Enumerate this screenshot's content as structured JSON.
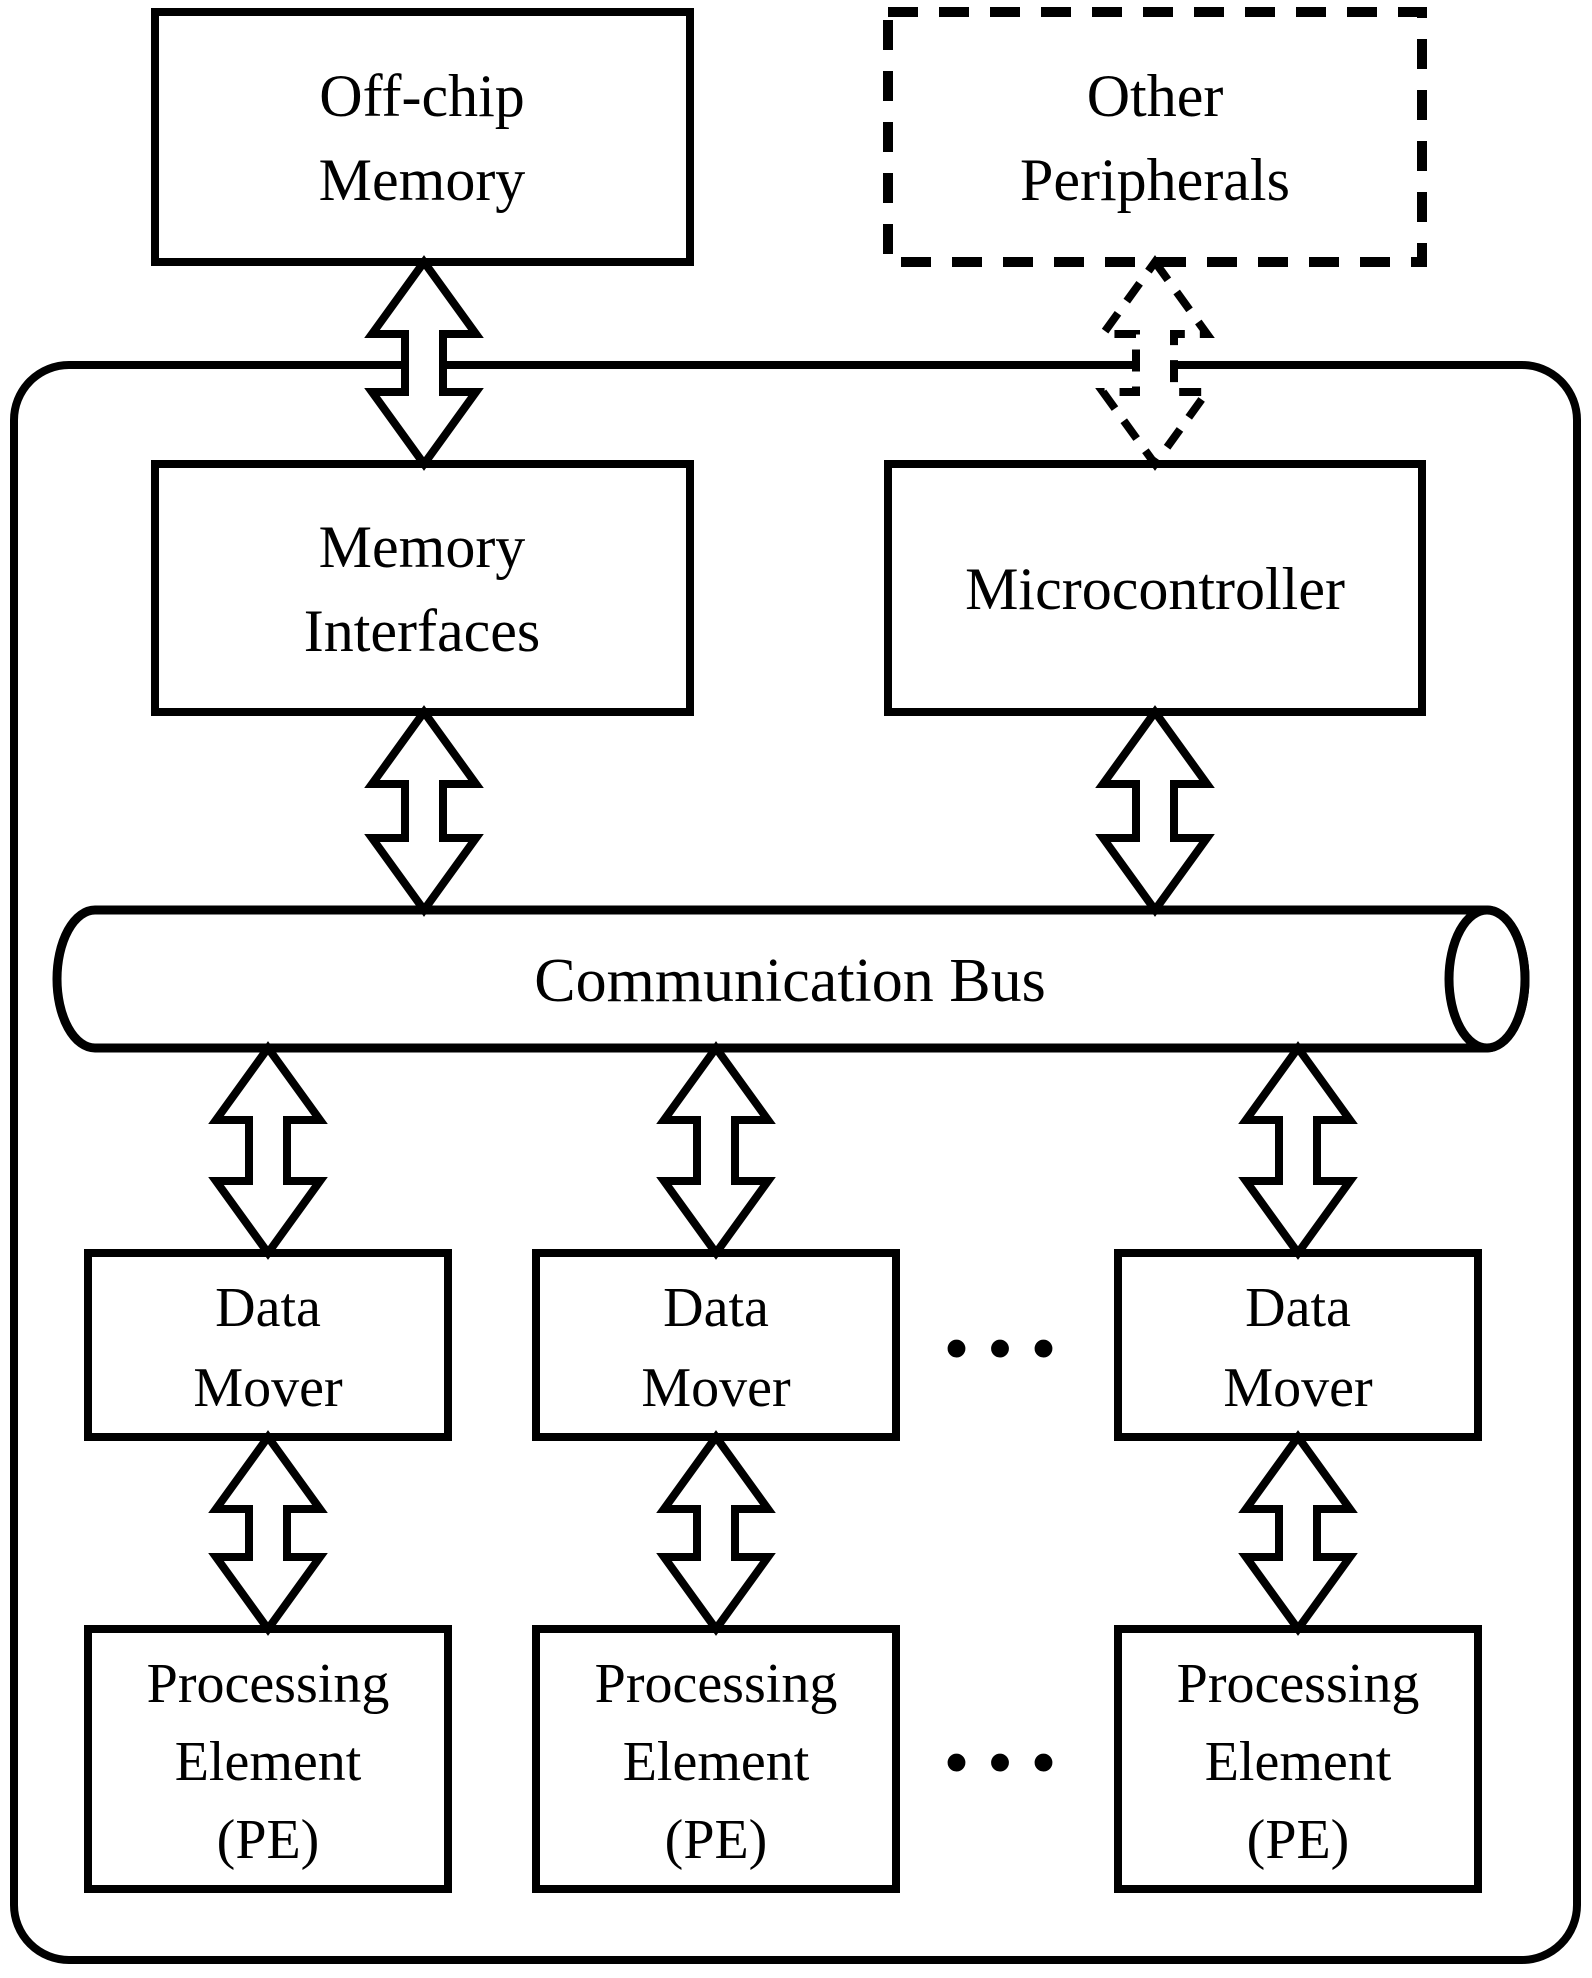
{
  "colors": {
    "ink": "#000000",
    "paper": "#ffffff"
  },
  "nodes": {
    "off_chip_memory": {
      "label": "Off-chip Memory",
      "lines": [
        "Off-chip",
        "Memory"
      ],
      "border": "solid"
    },
    "other_peripherals": {
      "label": "Other Peripherals",
      "lines": [
        "Other",
        "Peripherals"
      ],
      "border": "dashed"
    },
    "memory_interfaces": {
      "label": "Memory Interfaces",
      "lines": [
        "Memory",
        "Interfaces"
      ],
      "border": "solid"
    },
    "microcontroller": {
      "label": "Microcontroller",
      "lines": [
        "Microcontroller"
      ],
      "border": "solid"
    },
    "communication_bus": {
      "label": "Communication Bus",
      "shape": "cylinder"
    },
    "data_mover": {
      "label": "Data Mover",
      "lines": [
        "Data",
        "Mover"
      ],
      "instances_shown": 3
    },
    "processing_element": {
      "label": "Processing Element (PE)",
      "lines": [
        "Processing",
        "Element",
        "(PE)"
      ],
      "instances_shown": 3
    },
    "ellipsis": "..."
  },
  "edges": [
    {
      "from": "Off-chip Memory",
      "to": "Memory Interfaces",
      "style": "solid",
      "type": "bidirectional"
    },
    {
      "from": "Other Peripherals",
      "to": "Microcontroller",
      "style": "dashed",
      "type": "bidirectional"
    },
    {
      "from": "Memory Interfaces",
      "to": "Communication Bus",
      "style": "solid",
      "type": "bidirectional"
    },
    {
      "from": "Microcontroller",
      "to": "Communication Bus",
      "style": "solid",
      "type": "bidirectional"
    },
    {
      "from": "Communication Bus",
      "to": "Data Mover 1",
      "style": "solid",
      "type": "bidirectional"
    },
    {
      "from": "Communication Bus",
      "to": "Data Mover 2",
      "style": "solid",
      "type": "bidirectional"
    },
    {
      "from": "Communication Bus",
      "to": "Data Mover 3",
      "style": "solid",
      "type": "bidirectional"
    },
    {
      "from": "Data Mover 1",
      "to": "Processing Element 1",
      "style": "solid",
      "type": "bidirectional"
    },
    {
      "from": "Data Mover 2",
      "to": "Processing Element 2",
      "style": "solid",
      "type": "bidirectional"
    },
    {
      "from": "Data Mover 3",
      "to": "Processing Element 3",
      "style": "solid",
      "type": "bidirectional"
    }
  ]
}
